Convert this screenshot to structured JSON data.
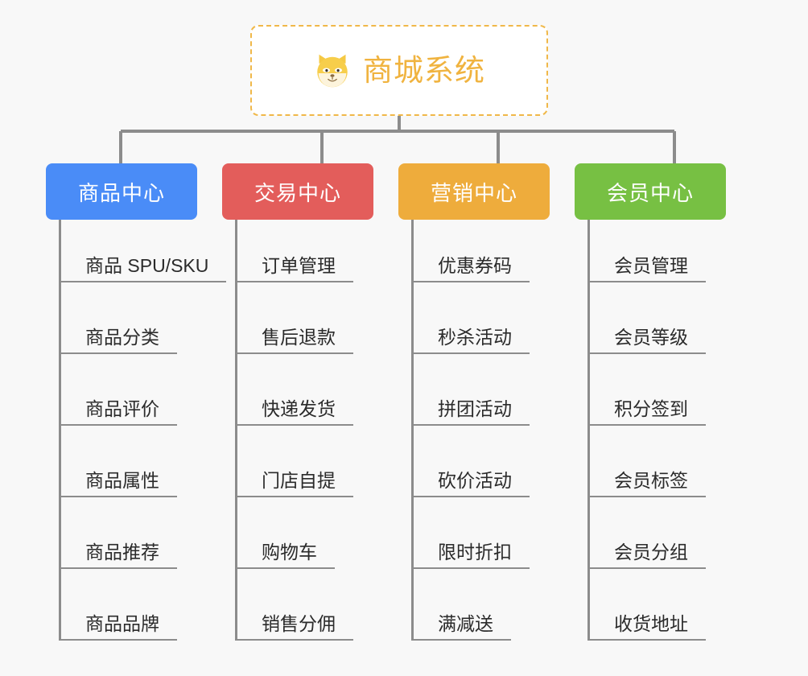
{
  "background_color": "#f8f8f8",
  "root": {
    "title": "商城系统",
    "icon": "shiba-dog-icon",
    "text_color": "#f0b33f",
    "border_color": "#f0b849",
    "background": "#ffffff"
  },
  "connector_color": "#8c8c8c",
  "categories": [
    {
      "label": "商品中心",
      "color": "#4a8cf7",
      "items": [
        "商品 SPU/SKU",
        "商品分类",
        "商品评价",
        "商品属性",
        "商品推荐",
        "商品品牌"
      ]
    },
    {
      "label": "交易中心",
      "color": "#e35d5b",
      "items": [
        "订单管理",
        "售后退款",
        "快递发货",
        "门店自提",
        "购物车",
        "销售分佣"
      ]
    },
    {
      "label": "营销中心",
      "color": "#eeac3c",
      "items": [
        "优惠券码",
        "秒杀活动",
        "拼团活动",
        "砍价活动",
        "限时折扣",
        "满减送"
      ]
    },
    {
      "label": "会员中心",
      "color": "#77c043",
      "items": [
        "会员管理",
        "会员等级",
        "积分签到",
        "会员标签",
        "会员分组",
        "收货地址"
      ]
    }
  ]
}
